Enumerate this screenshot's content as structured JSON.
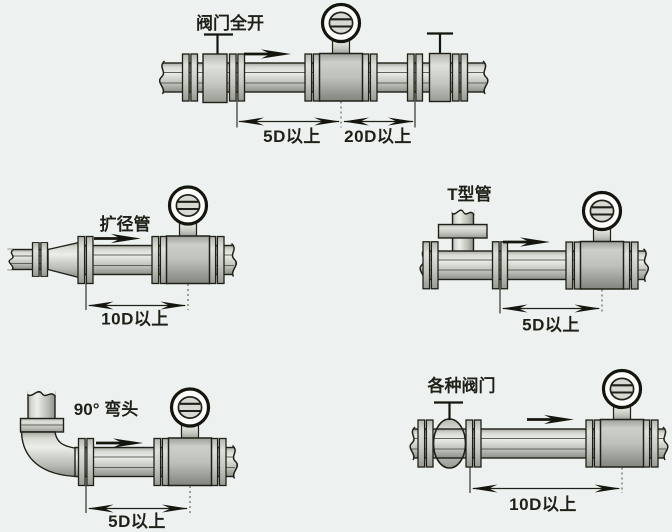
{
  "page": {
    "type": "flowmeter-installation-requirements-diagram",
    "background": "#edf2f1",
    "ink": "#1f2118",
    "metal_light": "#eceeea",
    "metal_mid": "#c3c5c1",
    "metal_dark": "#8e908a",
    "meter_face": "#fcfdfb"
  },
  "diagrams": {
    "valve_full_open": {
      "label": "阀门全开",
      "dim_upstream": "5D以上",
      "dim_downstream": "20D以上"
    },
    "expander": {
      "label": "扩径管",
      "dim_upstream": "10D以上"
    },
    "tee": {
      "label": "T型管",
      "dim_upstream": "5D以上"
    },
    "elbow": {
      "label": "90° 弯头",
      "dim_upstream": "5D以上"
    },
    "various_valves": {
      "label": "各种阀门",
      "dim_upstream": "10D以上"
    }
  }
}
